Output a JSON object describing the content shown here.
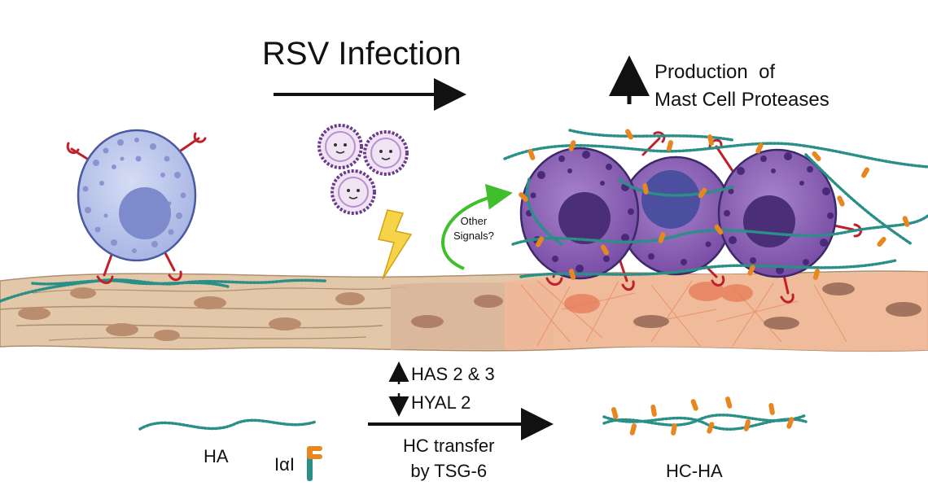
{
  "title": "RSV Infection",
  "production": {
    "line1": "Production  of",
    "line2": "Mast Cell Proteases"
  },
  "other_signals": {
    "line1": "Other",
    "line2": "Signals?"
  },
  "regulation": {
    "has": "HAS 2 & 3",
    "hyal": "HYAL 2"
  },
  "transfer": {
    "line1": "HC transfer",
    "line2": "by TSG-6"
  },
  "legend": {
    "ha": "HA",
    "iai": "IαI",
    "hcha": "HC-HA"
  },
  "colors": {
    "ha_strand": "#2a8f86",
    "heavy_chain": "#e8861f",
    "receptor": "#c0202a",
    "resting_mast_cell": "#b7c3ea",
    "activated_mast_cell": "#8d62b4",
    "epithelium": "#e0c4a6",
    "inflamed_epithelium": "#f4b592",
    "signal_arrow": "#3fbf2b",
    "lightning": "#f5d547"
  }
}
